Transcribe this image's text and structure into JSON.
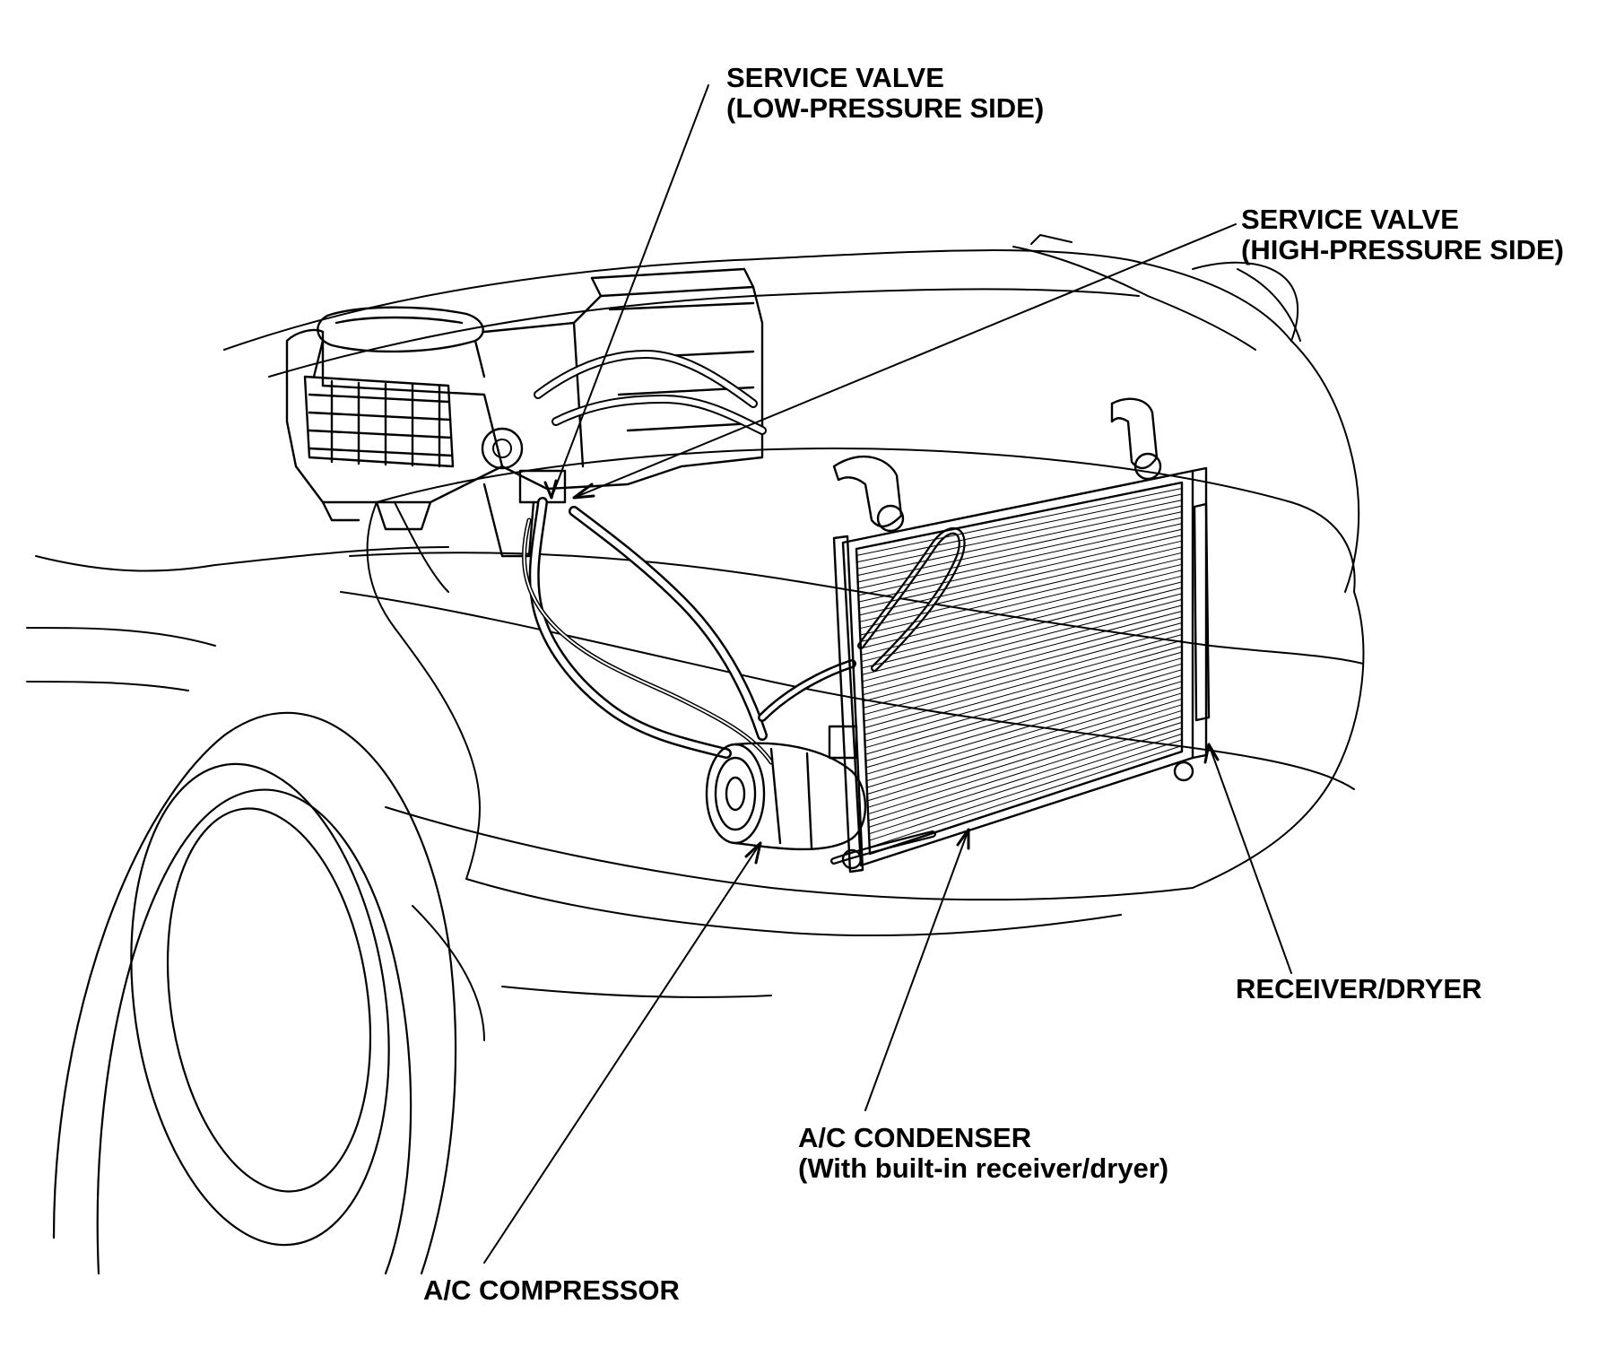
{
  "labels": {
    "service_valve_low": {
      "line1": "SERVICE VALVE",
      "line2": "(LOW-PRESSURE SIDE)"
    },
    "service_valve_high": {
      "line1": "SERVICE VALVE",
      "line2": "(HIGH-PRESSURE SIDE)"
    },
    "receiver_dryer": {
      "line1": "RECEIVER/DRYER"
    },
    "condenser": {
      "line1": "A/C CONDENSER",
      "line2": "(With built-in receiver/dryer)"
    },
    "compressor": {
      "line1": "A/C COMPRESSOR"
    }
  },
  "colors": {
    "ink": "#000000",
    "paper": "#ffffff"
  }
}
